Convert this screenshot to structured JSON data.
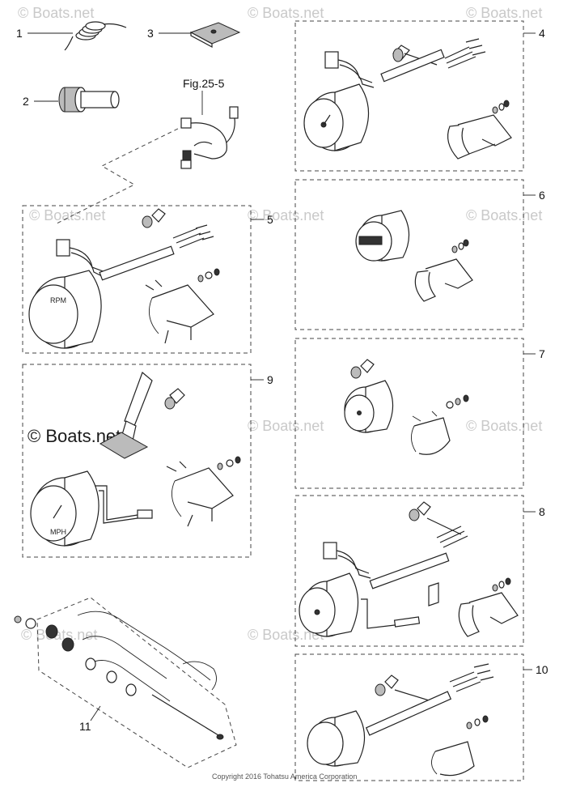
{
  "diagram": {
    "figure_reference": "Fig.25-5",
    "callouts": [
      "1",
      "2",
      "3",
      "4",
      "5",
      "6",
      "7",
      "8",
      "9",
      "10",
      "11"
    ],
    "gauge_labels": {
      "tachometer": "RPM",
      "speedometer": "MPH"
    },
    "watermarks": [
      "© Boats.net",
      "© Boats.net",
      "© Boats.net",
      "© Boats.net",
      "© Boats.net",
      "© Boats.net",
      "© Boats.net",
      "© Boats.net",
      "© Boats.net",
      "© Boats.net"
    ],
    "watermark_main": "© Boats.net",
    "copyright": "Copyright 2016 Tohatsu America Corporation"
  }
}
